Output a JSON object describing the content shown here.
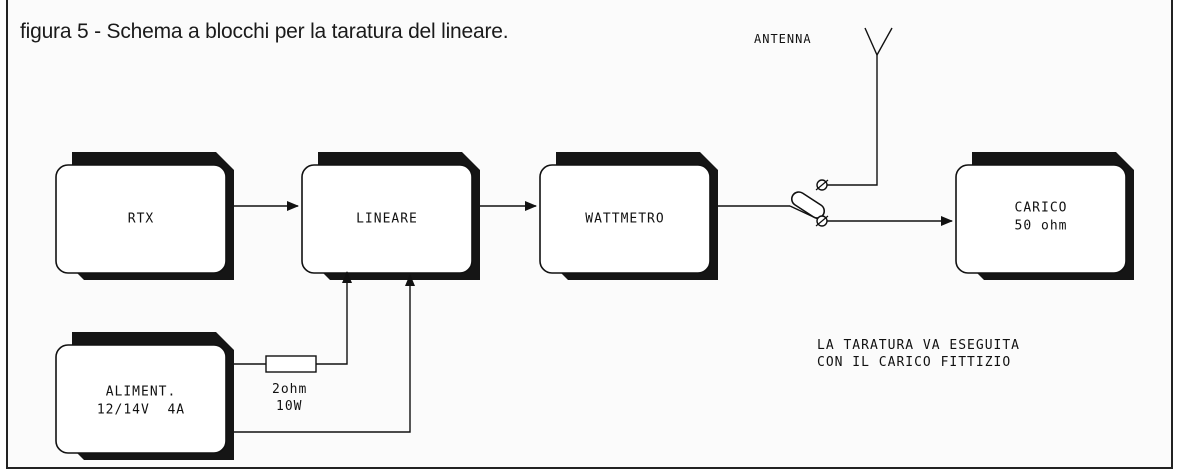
{
  "caption": "figura 5 - Schema a blocchi per la taratura del lineare.",
  "colors": {
    "ink": "#111111",
    "shadow": "#151515",
    "box_fill": "#ffffff",
    "background": "#fbfbfb"
  },
  "icons": [
    "antenna-icon",
    "coax-switch-icon",
    "resistor-icon",
    "arrowhead-icon"
  ],
  "blocks": {
    "rtx": {
      "label_lines": [
        "RTX"
      ]
    },
    "lineare": {
      "label_lines": [
        "LINEARE"
      ]
    },
    "wattmetro": {
      "label_lines": [
        "WATTMETRO"
      ]
    },
    "carico": {
      "label_lines": [
        "CARICO",
        "50 ohm"
      ]
    },
    "aliment": {
      "label_lines": [
        "ALIMENT.",
        "12/14V  4A"
      ]
    }
  },
  "resistor": {
    "label_lines": [
      "2ohm",
      "10W"
    ]
  },
  "antenna": {
    "label": "ANTENNA"
  },
  "note": {
    "lines": [
      "LA TARATURA VA ESEGUITA",
      "CON IL CARICO FITTIZIO"
    ]
  }
}
